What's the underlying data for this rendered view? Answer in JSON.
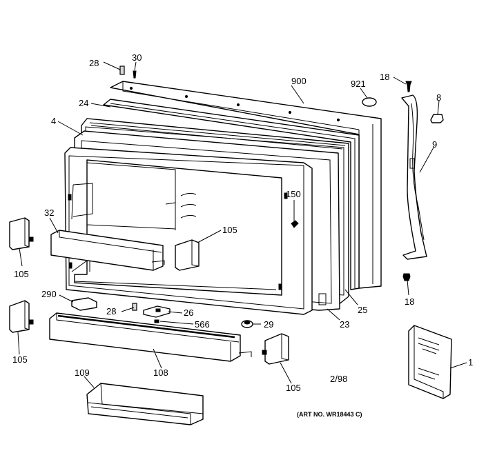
{
  "callouts": {
    "c28_top": "28",
    "c30": "30",
    "c900": "900",
    "c921": "921",
    "c18_top": "18",
    "c8": "8",
    "c24": "24",
    "c4": "4",
    "c9": "9",
    "c150": "150",
    "c32": "32",
    "c105_inner": "105",
    "c105_left_top": "105",
    "c18_bottom": "18",
    "c25": "25",
    "c290": "290",
    "c28_mid": "28",
    "c26": "26",
    "c566": "566",
    "c29": "29",
    "c23": "23",
    "c105_left_bottom": "105",
    "c108": "108",
    "c105_bottom": "105",
    "c1": "1",
    "c109": "109"
  },
  "date_code": "2/98",
  "art_number": "(ART NO. WR18443 C)"
}
